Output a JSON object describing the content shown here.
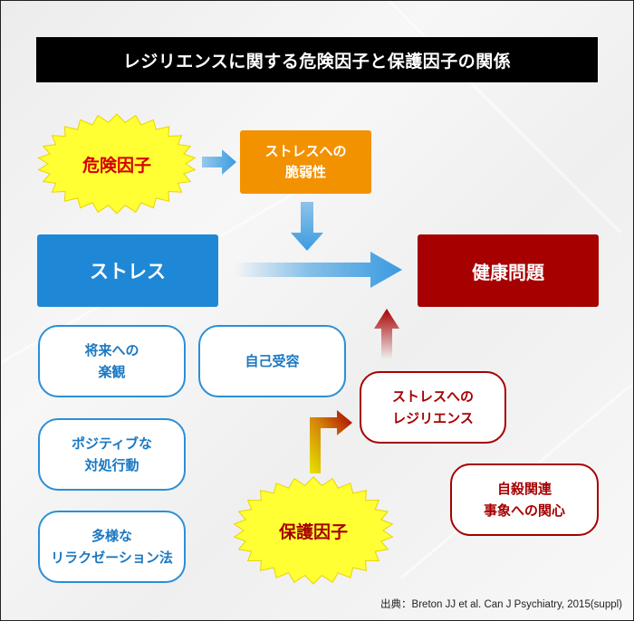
{
  "title": "レジリエンスに関する危険因子と保護因子の関係",
  "nodes": {
    "risk_factor": "危険因子",
    "vulnerability": [
      "ストレスへの",
      "脆弱性"
    ],
    "stress": "ストレス",
    "health_problem": "健康問題",
    "future_outlook": [
      "将来への",
      "楽観"
    ],
    "self_acceptance": "自己受容",
    "positive_coping": [
      "ポジティブな",
      "対処行動"
    ],
    "diverse_relaxation": [
      "多様な",
      "リラクゼーション法"
    ],
    "stress_resilience": [
      "ストレスへの",
      "レジリエンス"
    ],
    "suicide_concern": [
      "自殺関連",
      "事象への関心"
    ],
    "protective_factor": "保護因子"
  },
  "colors": {
    "stress_blue": "#1f88d6",
    "vulnerability_orange": "#f39200",
    "health_red": "#a60000",
    "burst_yellow": "#ffff33",
    "arrow_blue": "#3a9be0",
    "arrow_red": "#a80000"
  },
  "source": "出典：Breton JJ et al. Can J Psychiatry, 2015(suppl)"
}
